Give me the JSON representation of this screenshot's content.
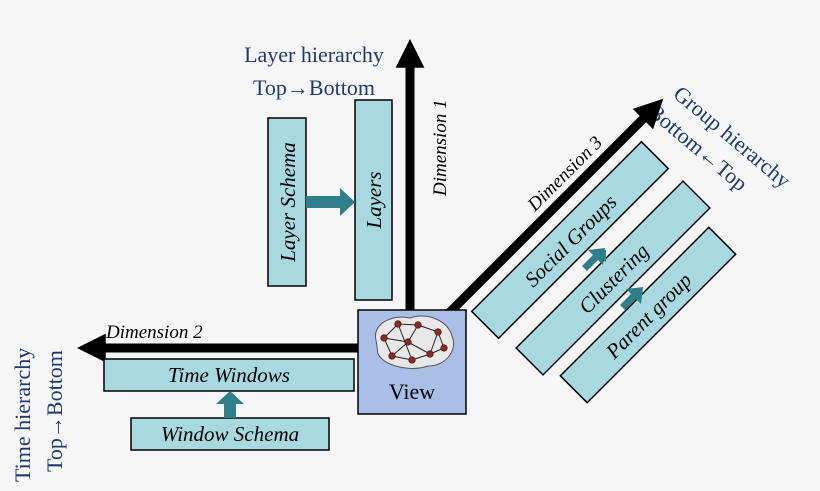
{
  "hierarchies": {
    "layer": {
      "line1": "Layer hierarchy",
      "line2": "Top→Bottom"
    },
    "group": {
      "line1": "Group hierarchy",
      "line2": "Bottom←Top"
    },
    "time": {
      "line1": "Time hierarchy",
      "line2": "Top→Bottom"
    }
  },
  "dimensions": {
    "d1": "Dimension 1",
    "d2": "Dimension 2",
    "d3": "Dimension 3"
  },
  "boxes": {
    "layer_schema": "Layer Schema",
    "layers": "Layers",
    "social_groups": "Social Groups",
    "clustering": "Clustering",
    "parent_group": "Parent group",
    "time_windows": "Time Windows",
    "window_schema": "Window Schema"
  },
  "view": {
    "label": "View"
  },
  "colors": {
    "box_fill": "#a8d8e0",
    "view_fill": "#a9bfe8",
    "connector": "#2e7f8a",
    "hierarchy_text": "#1e3a6e",
    "node": "#8b2b22"
  },
  "icons": {
    "network": "network-graph-icon"
  }
}
